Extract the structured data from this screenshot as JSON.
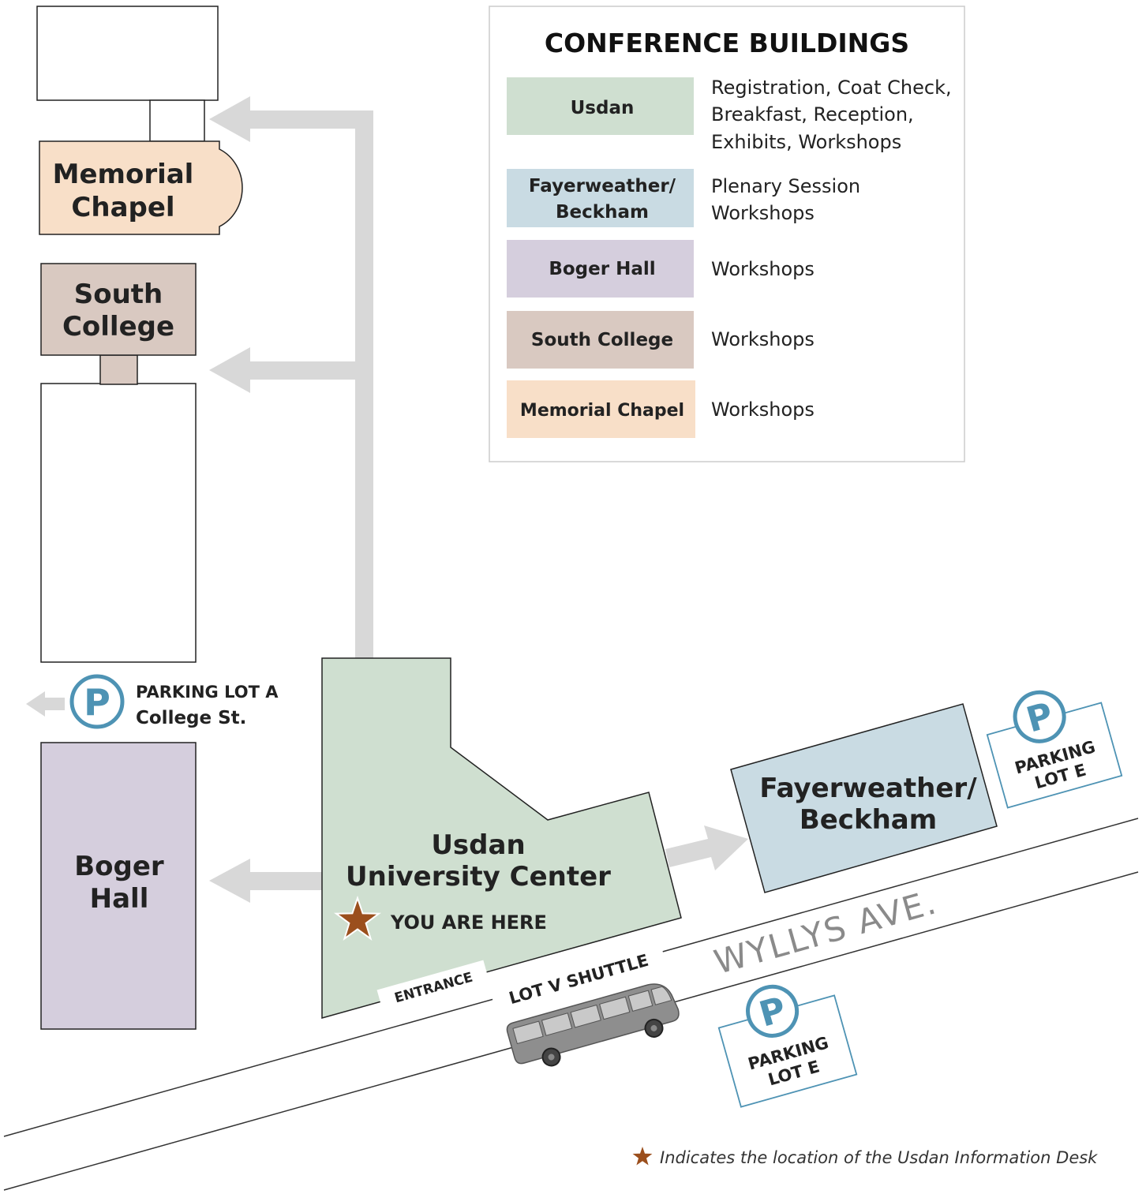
{
  "buildings": {
    "memorial_chapel": {
      "line1": "Memorial",
      "line2": "Chapel"
    },
    "south_college": {
      "line1": "South",
      "line2": "College"
    },
    "boger_hall": {
      "line1": "Boger",
      "line2": "Hall"
    },
    "usdan": {
      "line1": "Usdan",
      "line2": "University Center"
    },
    "fayerweather": {
      "line1": "Fayerweather/",
      "line2": "Beckham"
    }
  },
  "you_are_here": "YOU ARE HERE",
  "entrance": "ENTRANCE",
  "shuttle": "LOT V SHUTTLE",
  "street": "WYLLYS AVE.",
  "parking_a": {
    "symbol": "P",
    "line1": "PARKING LOT A",
    "line2": "College St."
  },
  "parking_e_top": {
    "symbol": "P",
    "line1": "PARKING",
    "line2": "LOT E"
  },
  "parking_e_bottom": {
    "symbol": "P",
    "line1": "PARKING",
    "line2": "LOT E"
  },
  "legend": {
    "title": "CONFERENCE BUILDINGS",
    "rows": [
      {
        "name_lines": [
          "Usdan"
        ],
        "uses": [
          "Registration, Coat Check,",
          "Breakfast, Reception,",
          "Exhibits, Workshops"
        ],
        "color": "#cfdfd0"
      },
      {
        "name_lines": [
          "Fayerweather/",
          "Beckham"
        ],
        "uses": [
          "Plenary Session",
          "Workshops"
        ],
        "color": "#c9dbe3"
      },
      {
        "name_lines": [
          "Boger Hall"
        ],
        "uses": [
          "Workshops"
        ],
        "color": "#d5cedd"
      },
      {
        "name_lines": [
          "South College"
        ],
        "uses": [
          "Workshops"
        ],
        "color": "#d9c9c1"
      },
      {
        "name_lines": [
          "Memorial Chapel"
        ],
        "uses": [
          "Workshops"
        ],
        "color": "#f8dfc8"
      }
    ]
  },
  "footnote": "Indicates the location of the Usdan Information Desk",
  "colors": {
    "usdan": "#cfdfd0",
    "fayerweather": "#c9dbe3",
    "boger": "#d5cedd",
    "south_college": "#d9c9c1",
    "memorial_chapel": "#f8dfc8",
    "arrow": "#d8d8d8",
    "parking": "#4e93b4",
    "star": "#9b4f1d"
  }
}
